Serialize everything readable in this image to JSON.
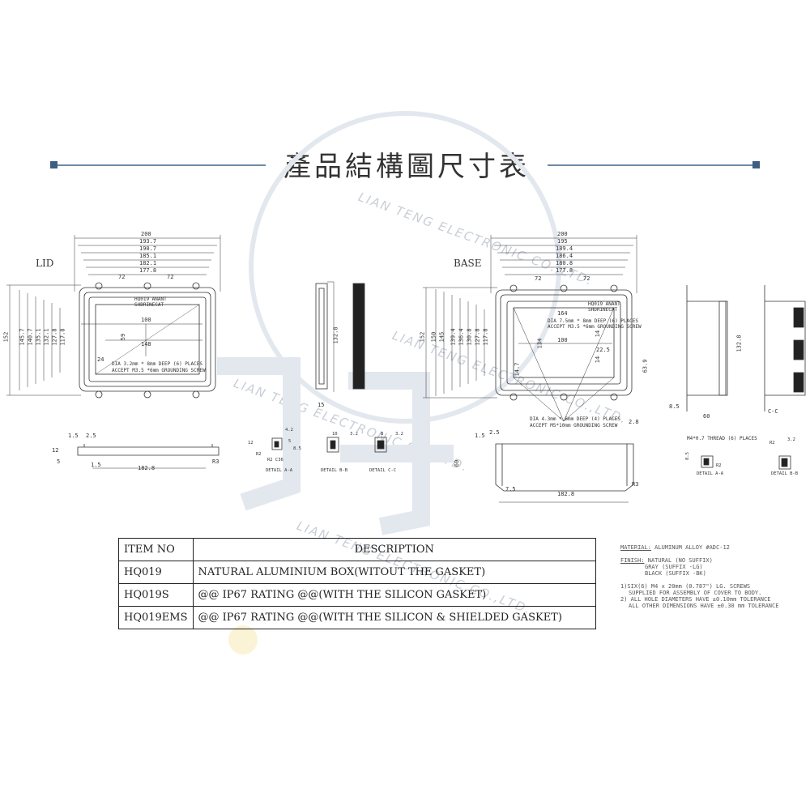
{
  "title": "產品結構圖尺寸表",
  "watermark": "LIAN TENG ELECTRONIC CO.,LTD.",
  "lid": {
    "label": "LID",
    "width_dims": [
      "200",
      "193.7",
      "190.7",
      "185.1",
      "182.1",
      "177.8"
    ],
    "top_dims": [
      "72",
      "72"
    ],
    "height_dims": [
      "152",
      "145.7",
      "140.7",
      "135.1",
      "132.1",
      "127.8",
      "117.8"
    ],
    "inner_dims": [
      "100",
      "148",
      "59",
      "24"
    ],
    "side_dim": "132.8",
    "side_bottom": "15",
    "label_top": "HQ019 ANANT",
    "label_sub": "SHDRINECAT",
    "note_line1": "DIA 3.2mm * 8mm DEEP (6) PLACES",
    "note_line2": "ACCEPT M3.5 *6mm GROUNDING SCREW",
    "section_dims": [
      "2.5",
      "1.5",
      "12",
      "5",
      "1.5"
    ],
    "section_width": "182.8",
    "section_r": "R3",
    "detail_a": {
      "name": "DETAIL A-A",
      "dims": [
        "4.2",
        "12",
        "5",
        "8.5",
        "R2",
        "R2 C36"
      ]
    },
    "detail_b": {
      "name": "DETAIL B-B",
      "dims": [
        "10",
        "3.2"
      ]
    },
    "detail_c": {
      "name": "DETAIL C-C",
      "dims": [
        "8",
        "3.2"
      ]
    }
  },
  "base": {
    "label": "BASE",
    "width_dims": [
      "200",
      "195",
      "189.4",
      "186.4",
      "180.8",
      "177.8"
    ],
    "top_dims": [
      "72",
      "72"
    ],
    "height_dims": [
      "152",
      "150",
      "145",
      "139.4",
      "136.4",
      "130.8",
      "127.8",
      "117.8"
    ],
    "inner_dims": [
      "164",
      "134",
      "100",
      "63.9",
      "14.7",
      "14",
      "14",
      "22.5"
    ],
    "label_top": "HQ019 ANANT",
    "label_sub": "SHDRINECAT",
    "inner_note_line1": "DIA 7.5mm * 8mm DEEP (6) PLACES",
    "inner_note_line2": "ACCEPT M3.5 *6mm GROUNDING SCREW",
    "note_line1": "DIA 4.3mm * 6mm DEEP (4) PLACES",
    "note_line2": "ACCEPT M5*10mm GROUNDING SCREW",
    "side_dim": "132.8",
    "side_dims": [
      "8.5",
      "60"
    ],
    "section_dims": [
      "2.5",
      "1.5",
      "60",
      "7.5"
    ],
    "section_width": "182.8",
    "section_r": "R3",
    "section_right": "2.8",
    "thread_note": "M4*0.7 THREAD (6) PLACES",
    "detail_a": {
      "name": "DETAIL A-A",
      "dims": [
        "8.5",
        "R2"
      ]
    },
    "detail_b": {
      "name": "DETAIL B-B",
      "dims": [
        "R2",
        "3.2"
      ]
    },
    "view_cc": "C-C"
  },
  "table": {
    "header": [
      "ITEM NO",
      "DESCRIPTION"
    ],
    "rows": [
      {
        "item": "HQ019",
        "desc": "NATURAL ALUMINIUM BOX(WITOUT THE GASKET)"
      },
      {
        "item": "HQ019S",
        "desc": "@@ IP67 RATING @@(WITH THE SILICON GASKET)"
      },
      {
        "item": "HQ019EMS",
        "desc": "@@ IP67 RATING @@(WITH THE  SILICON & SHIELDED GASKET)"
      }
    ]
  },
  "specs": {
    "material_label": "MATERIAL:",
    "material": "ALUMINUM ALLOY #ADC-12",
    "finish_label": "FINISH:",
    "finish_lines": [
      "NATURAL (NO SUFFIX)",
      "GRAY (SUFFIX -LG)",
      "BLACK (SUFFIX -BK)"
    ],
    "notes": [
      "1)SIX(6) M4 x 20mm (0.787\") LG. SCREWS",
      "SUPPLIED FOR ASSEMBLY OF COVER TO BODY.",
      "2) ALL HOLE DIAMETERS HAVE ±0.10mm TOLERANCE",
      "ALL OTHER DIMENSIONS HAVE ±0.30 mm TOLERANCE"
    ]
  }
}
